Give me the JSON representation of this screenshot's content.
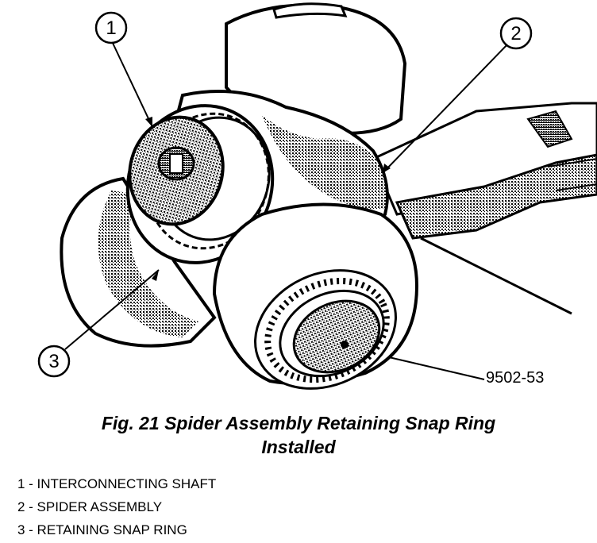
{
  "figure": {
    "reference_code": "9502-53",
    "caption_line1": "Fig. 21 Spider Assembly Retaining Snap Ring",
    "caption_line2": "Installed"
  },
  "callouts": [
    {
      "number": "1"
    },
    {
      "number": "2"
    },
    {
      "number": "3"
    }
  ],
  "legend": [
    {
      "text": "1 - INTERCONNECTING SHAFT"
    },
    {
      "text": "2 - SPIDER ASSEMBLY"
    },
    {
      "text": "3 - RETAINING SNAP RING"
    }
  ],
  "colors": {
    "ink": "#000000",
    "paper": "#ffffff",
    "shade": "#7a7a7a"
  }
}
